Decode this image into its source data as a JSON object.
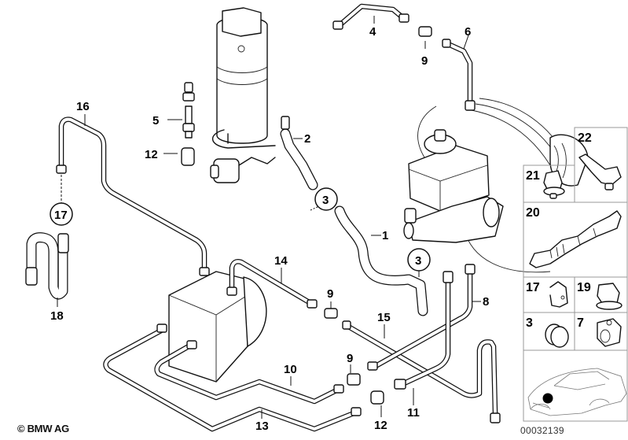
{
  "diagram": {
    "title": "Brake pipe / brake fluid reservoir parts diagram",
    "copyright": "© BMW AG",
    "diagram_number": "00032139",
    "callouts": [
      {
        "id": "c1",
        "label": "1",
        "part": "hose"
      },
      {
        "id": "c2",
        "label": "2",
        "part": "hose"
      },
      {
        "id": "c3a",
        "label": "3",
        "part": "hose clamp",
        "circled": true
      },
      {
        "id": "c3b",
        "label": "3",
        "part": "hose clamp",
        "circled": true
      },
      {
        "id": "c4",
        "label": "4",
        "part": "brake pipe"
      },
      {
        "id": "c5",
        "label": "5",
        "part": "pipe connector"
      },
      {
        "id": "c6",
        "label": "6",
        "part": "brake pipe"
      },
      {
        "id": "c8",
        "label": "8",
        "part": "brake pipe"
      },
      {
        "id": "c9a",
        "label": "9",
        "part": "union nut"
      },
      {
        "id": "c9b",
        "label": "9",
        "part": "union nut"
      },
      {
        "id": "c9c",
        "label": "9",
        "part": "union nut"
      },
      {
        "id": "c10",
        "label": "10",
        "part": "brake pipe"
      },
      {
        "id": "c11",
        "label": "11",
        "part": "brake pipe"
      },
      {
        "id": "c12a",
        "label": "12",
        "part": "union nut"
      },
      {
        "id": "c12b",
        "label": "12",
        "part": "union nut"
      },
      {
        "id": "c13",
        "label": "13",
        "part": "brake pipe"
      },
      {
        "id": "c14",
        "label": "14",
        "part": "brake pipe"
      },
      {
        "id": "c15",
        "label": "15",
        "part": "brake pipe"
      },
      {
        "id": "c16",
        "label": "16",
        "part": "brake pipe"
      },
      {
        "id": "c17",
        "label": "17",
        "part": "holder",
        "circled": true
      },
      {
        "id": "c18",
        "label": "18",
        "part": "brake hose"
      }
    ],
    "inset_panels": [
      {
        "label": "22",
        "part": "clip"
      },
      {
        "label": "21",
        "part": "clip"
      },
      {
        "label": "20",
        "part": "pipe holder"
      },
      {
        "label": "17",
        "part": "holder"
      },
      {
        "label": "19",
        "part": "clip"
      },
      {
        "label": "3",
        "part": "hose clamp"
      },
      {
        "label": "7",
        "part": "clip"
      }
    ],
    "locator": {
      "description": "car outline with location marker at front left",
      "marker": "filled-dot"
    }
  }
}
